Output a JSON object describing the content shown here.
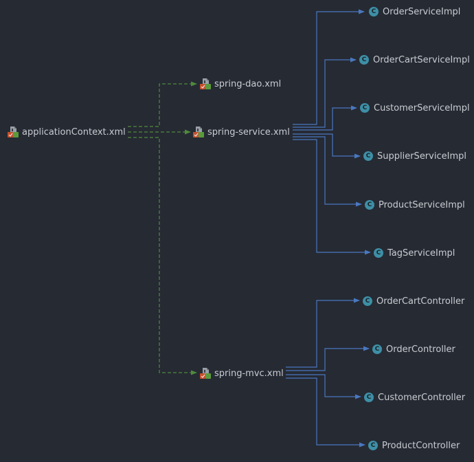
{
  "colors": {
    "background": "#262a33",
    "text": "#c9ccd2",
    "import_edge": "#4f8a3c",
    "bean_edge": "#4a78c0",
    "class_icon": "#3d8fa6"
  },
  "nodes": {
    "root": {
      "label": "applicationContext.xml",
      "icon": "spring-xml-icon"
    },
    "dao": {
      "label": "spring-dao.xml",
      "icon": "spring-xml-icon"
    },
    "service": {
      "label": "spring-service.xml",
      "icon": "spring-xml-icon"
    },
    "mvc": {
      "label": "spring-mvc.xml",
      "icon": "spring-xml-icon"
    },
    "services": [
      {
        "label": "OrderServiceImpl",
        "icon": "class-icon"
      },
      {
        "label": "OrderCartServiceImpl",
        "icon": "class-icon"
      },
      {
        "label": "CustomerServiceImpl",
        "icon": "class-icon"
      },
      {
        "label": "SupplierServiceImpl",
        "icon": "class-icon"
      },
      {
        "label": "ProductServiceImpl",
        "icon": "class-icon"
      },
      {
        "label": "TagServiceImpl",
        "icon": "class-icon"
      }
    ],
    "controllers": [
      {
        "label": "OrderCartController",
        "icon": "class-icon"
      },
      {
        "label": "OrderController",
        "icon": "class-icon"
      },
      {
        "label": "CustomerController",
        "icon": "class-icon"
      },
      {
        "label": "ProductController",
        "icon": "class-icon"
      }
    ],
    "class_icon_letter": "C"
  },
  "edges": [
    {
      "from": "applicationContext.xml",
      "to": "spring-dao.xml",
      "style": "dashed"
    },
    {
      "from": "applicationContext.xml",
      "to": "spring-service.xml",
      "style": "dashed"
    },
    {
      "from": "applicationContext.xml",
      "to": "spring-mvc.xml",
      "style": "dashed"
    },
    {
      "from": "spring-service.xml",
      "to": "OrderServiceImpl",
      "style": "solid"
    },
    {
      "from": "spring-service.xml",
      "to": "OrderCartServiceImpl",
      "style": "solid"
    },
    {
      "from": "spring-service.xml",
      "to": "CustomerServiceImpl",
      "style": "solid"
    },
    {
      "from": "spring-service.xml",
      "to": "SupplierServiceImpl",
      "style": "solid"
    },
    {
      "from": "spring-service.xml",
      "to": "ProductServiceImpl",
      "style": "solid"
    },
    {
      "from": "spring-service.xml",
      "to": "TagServiceImpl",
      "style": "solid"
    },
    {
      "from": "spring-mvc.xml",
      "to": "OrderCartController",
      "style": "solid"
    },
    {
      "from": "spring-mvc.xml",
      "to": "OrderController",
      "style": "solid"
    },
    {
      "from": "spring-mvc.xml",
      "to": "CustomerController",
      "style": "solid"
    },
    {
      "from": "spring-mvc.xml",
      "to": "ProductController",
      "style": "solid"
    }
  ]
}
